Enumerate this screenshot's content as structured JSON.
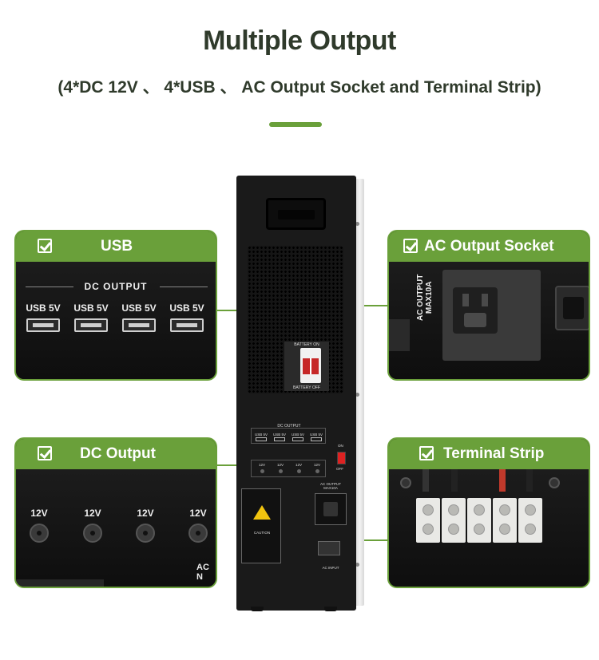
{
  "header": {
    "title": "Multiple Output",
    "subtitle": "(4*DC 12V 、 4*USB 、 AC Output Socket and Terminal Strip)"
  },
  "colors": {
    "accent": "#6aa03a",
    "title_text": "#2f3a2b",
    "panel_bg": "#141414"
  },
  "cards": {
    "usb": {
      "title": "USB",
      "section_label": "DC OUTPUT",
      "ports": [
        "USB 5V",
        "USB 5V",
        "USB 5V",
        "USB 5V"
      ]
    },
    "dc_output": {
      "title": "DC Output",
      "ports": [
        "12V",
        "12V",
        "12V",
        "12V"
      ],
      "edge_text": "AC\nN"
    },
    "ac_socket": {
      "title": "AC Output Socket",
      "panel_label": "AC OUTPUT\nMAX10A"
    },
    "terminal": {
      "title": "Terminal Strip"
    }
  },
  "device": {
    "breaker_top": "BATTERY ON",
    "breaker_bottom": "BATTERY OFF",
    "dc_panel_label": "DC OUTPUT",
    "usb_ports": [
      "USB 5V",
      "USB 5V",
      "USB 5V",
      "USB 5V"
    ],
    "dc_ports": [
      "12V",
      "12V",
      "12V",
      "12V"
    ],
    "switch_on": "ON",
    "switch_off": "OFF",
    "caution": "CAUTION",
    "ac_output_label": "AC OUTPUT\nMAX10A",
    "ac_input_label": "AC INPUT"
  }
}
